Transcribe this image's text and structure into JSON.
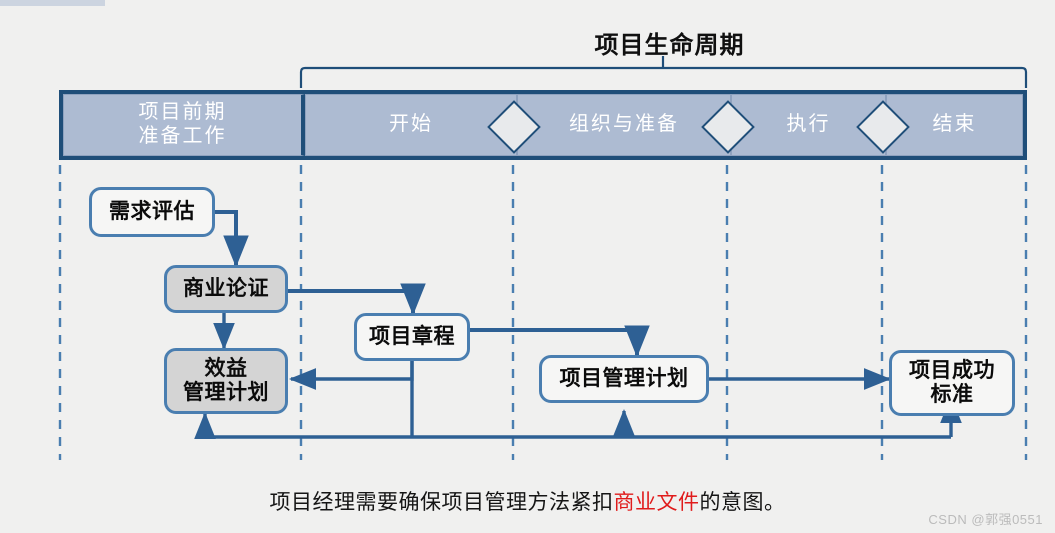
{
  "title": "项目生命周期",
  "topbar": {
    "color": "#ccd4e0"
  },
  "phases": {
    "pre_phase": {
      "label": "项目前期\n准备工作"
    },
    "items": [
      {
        "label": "开始",
        "diamond": true
      },
      {
        "label": "组织与准备",
        "diamond": true
      },
      {
        "label": "执行",
        "diamond": true
      },
      {
        "label": "结束",
        "diamond": false
      }
    ]
  },
  "nodes": [
    {
      "id": "need",
      "label": "需求评估",
      "fill": "white"
    },
    {
      "id": "business",
      "label": "商业论证",
      "fill": "gray"
    },
    {
      "id": "benefit",
      "label": "效益\n管理计划",
      "fill": "gray"
    },
    {
      "id": "charter",
      "label": "项目章程",
      "fill": "white"
    },
    {
      "id": "pmplan",
      "label": "项目管理计划",
      "fill": "white"
    },
    {
      "id": "success",
      "label": "项目成功\n标准",
      "fill": "white"
    }
  ],
  "caption": {
    "before": "项目经理需要确保项目管理方法紧扣",
    "highlight": "商业文件",
    "after": "的意图。"
  },
  "watermark": "CSDN @郭强0551",
  "colors": {
    "header_fill": "#adbbd2",
    "header_border": "#1f4e79",
    "node_border": "#4a7eb0",
    "node_gray": "#d4d4d4",
    "connector": "#2e6094",
    "dashed": "#4a7eb0",
    "highlight": "#e01b1b",
    "background": "#f0f0ef"
  }
}
